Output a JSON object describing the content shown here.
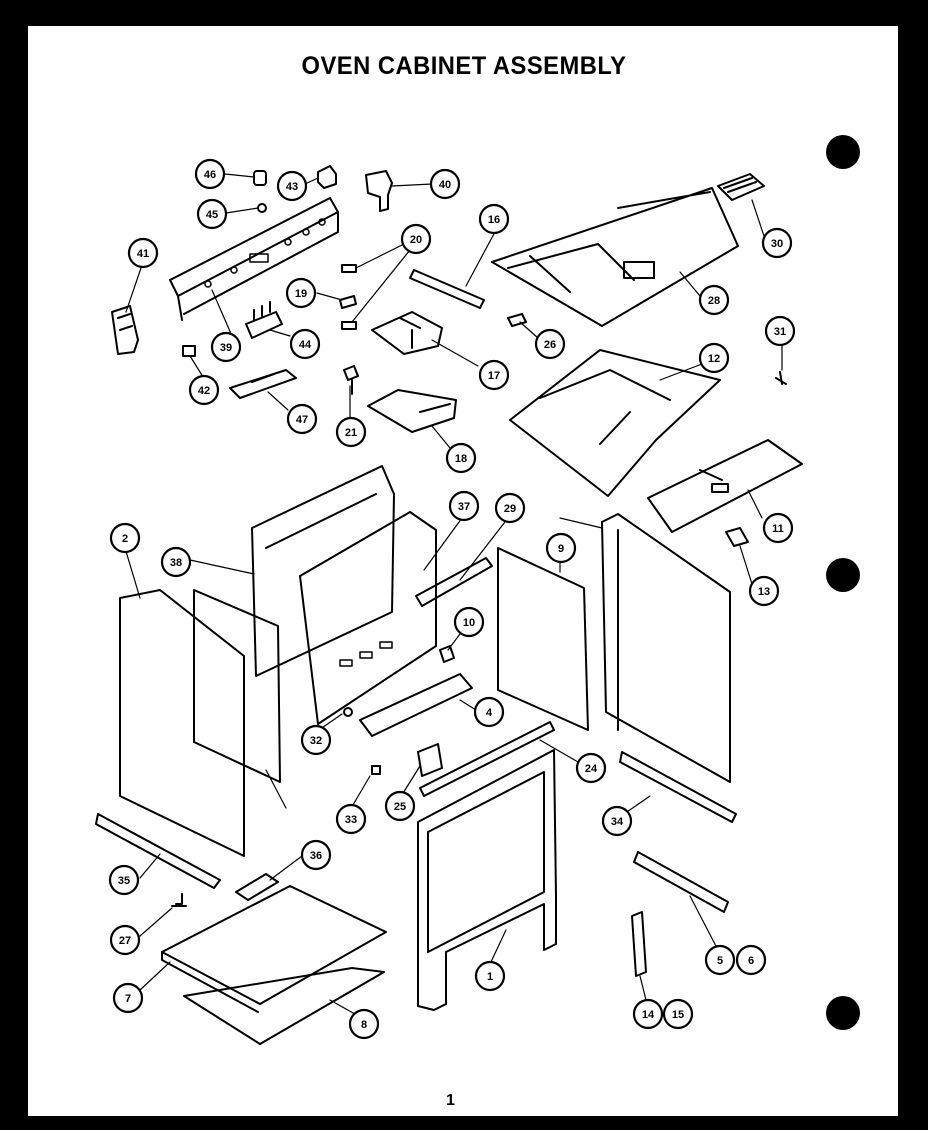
{
  "title": "OVEN CABINET ASSEMBLY",
  "page_number": "1",
  "callouts": [
    "46",
    "43",
    "40",
    "45",
    "41",
    "39",
    "42",
    "19",
    "20",
    "44",
    "47",
    "21",
    "16",
    "17",
    "18",
    "30",
    "28",
    "26",
    "31",
    "12",
    "11",
    "13",
    "2",
    "38",
    "37",
    "29",
    "9",
    "10",
    "4",
    "32",
    "33",
    "25",
    "24",
    "34",
    "5",
    "6",
    "14",
    "15",
    "35",
    "36",
    "27",
    "7",
    "8",
    "1"
  ]
}
